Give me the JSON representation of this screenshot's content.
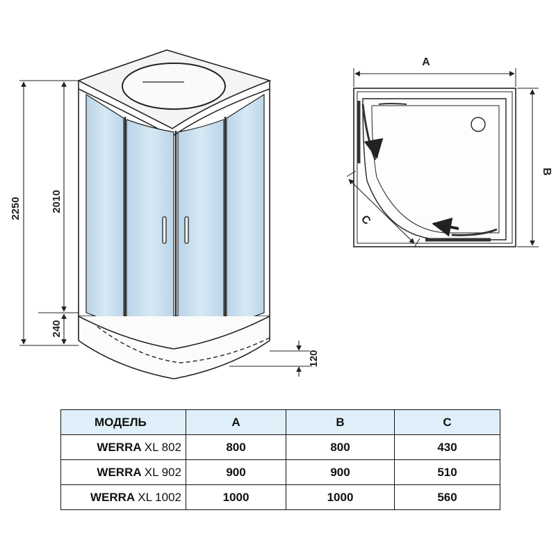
{
  "front_view": {
    "dimensions": {
      "total_height": "2250",
      "cabin_height": "2010",
      "tray_height": "240",
      "tray_depth": "120"
    }
  },
  "plan_view": {
    "labels": {
      "width": "A",
      "depth": "B",
      "door": "C"
    }
  },
  "spec_table": {
    "headers": [
      "МОДЕЛЬ",
      "A",
      "B",
      "C"
    ],
    "rows": [
      {
        "model_prefix": "WERRA",
        "model_suffix": "XL 802",
        "a": "800",
        "b": "800",
        "c": "430"
      },
      {
        "model_prefix": "WERRA",
        "model_suffix": "XL 902",
        "a": "900",
        "b": "900",
        "c": "510"
      },
      {
        "model_prefix": "WERRA",
        "model_suffix": "XL 1002",
        "a": "1000",
        "b": "1000",
        "c": "560"
      }
    ]
  },
  "colors": {
    "glass": "#c9deee",
    "line": "#222222",
    "header_bg": "#dff0fb"
  }
}
